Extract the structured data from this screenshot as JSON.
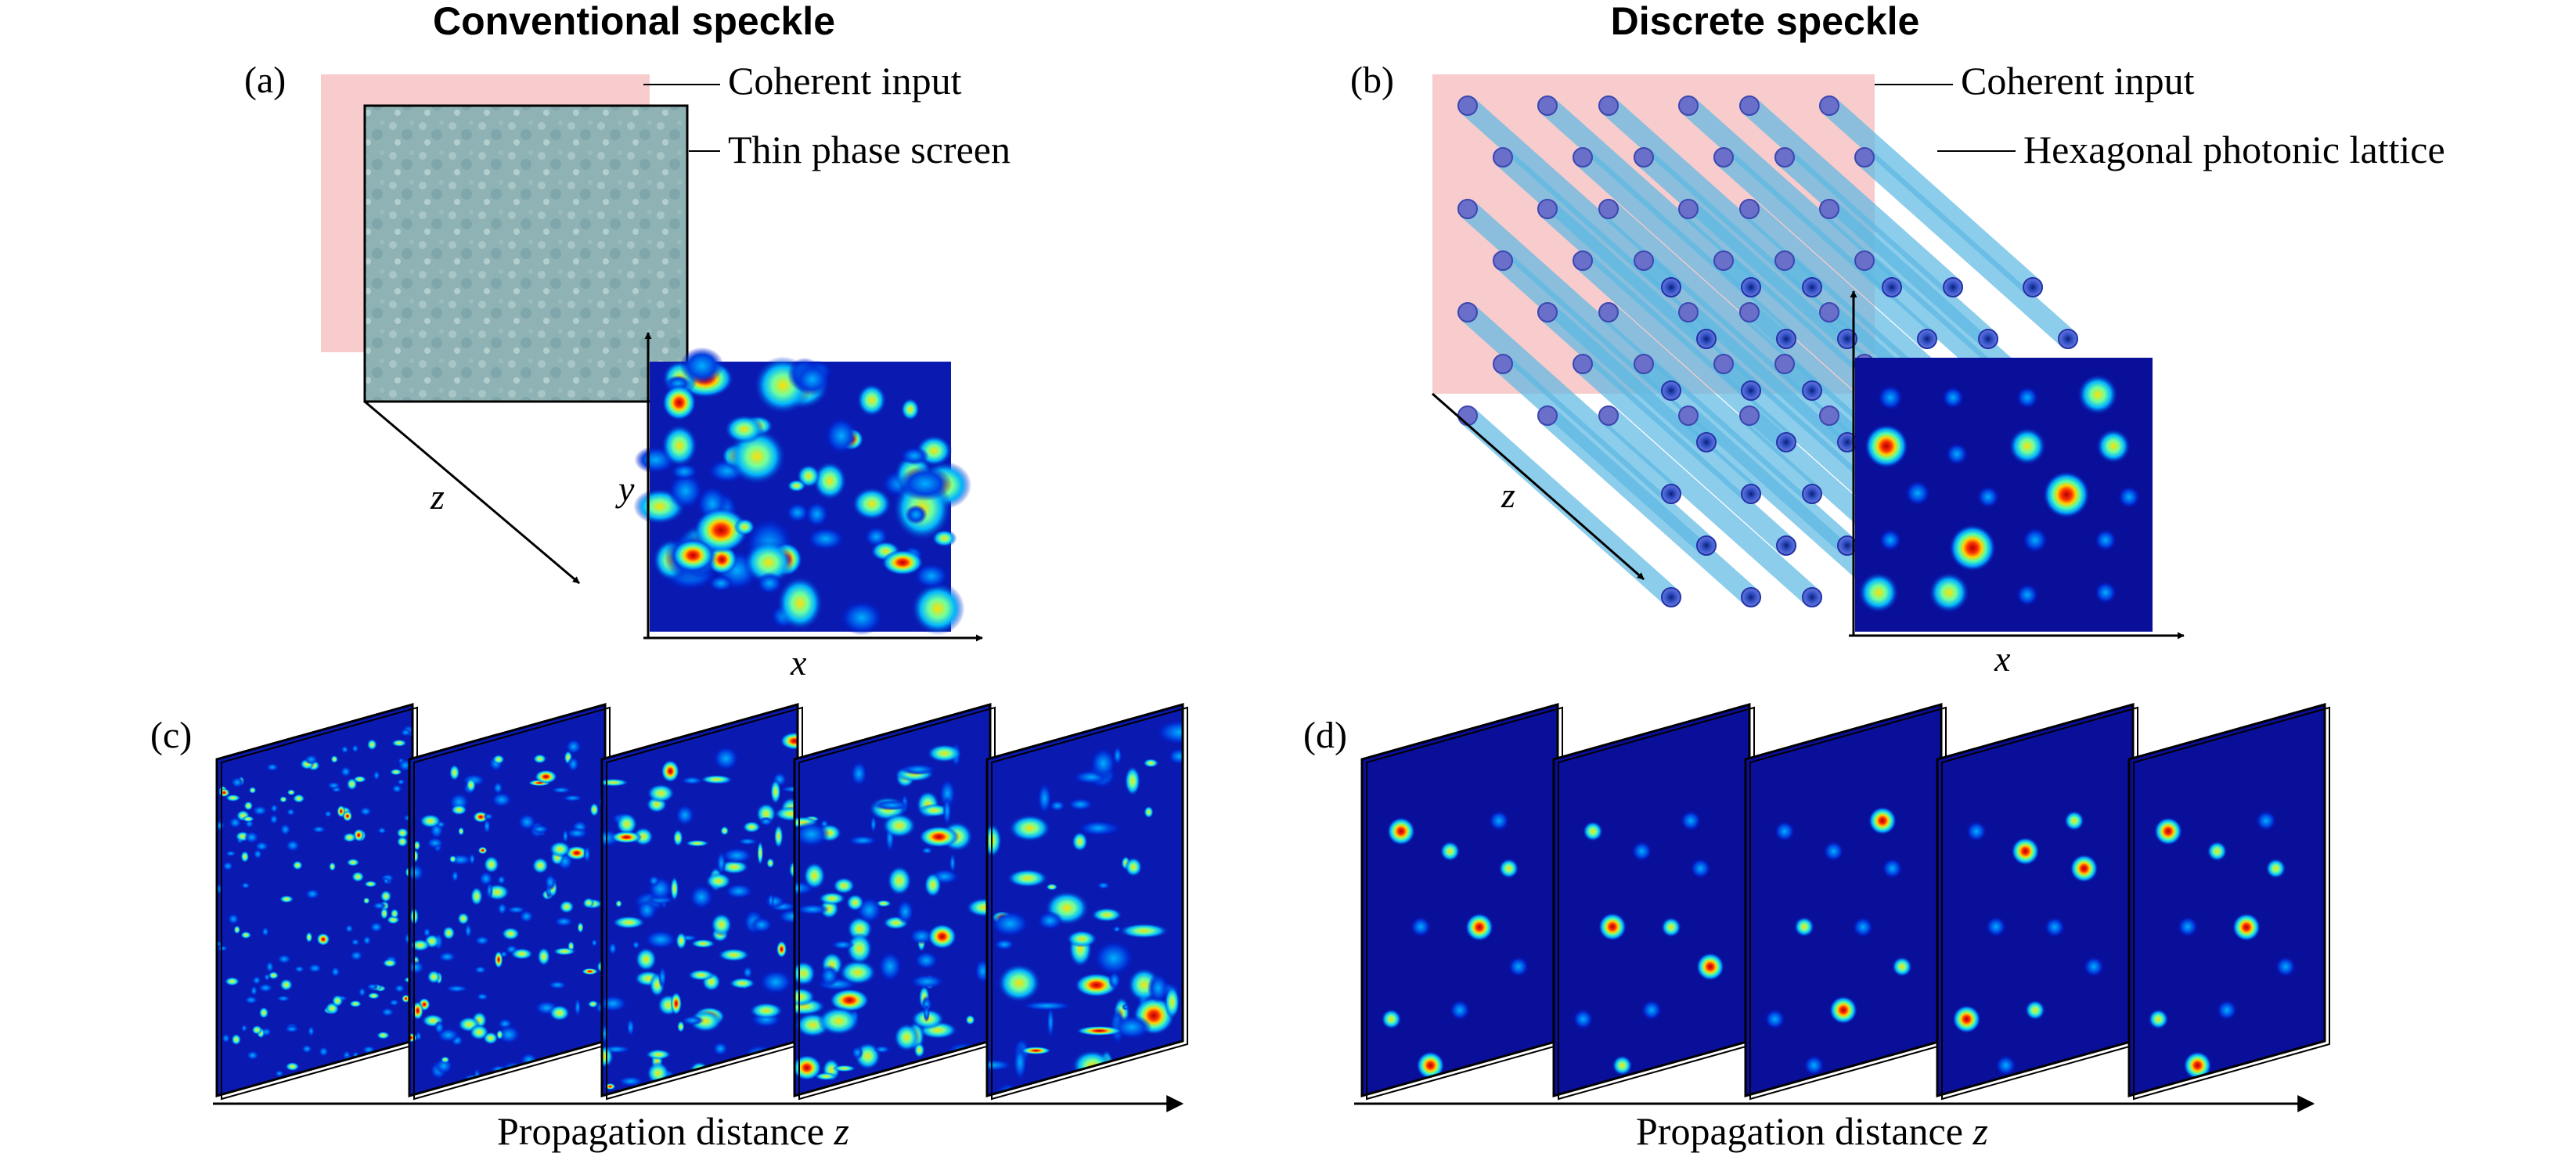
{
  "titles": {
    "left": "Conventional speckle",
    "right": "Discrete speckle"
  },
  "panel_labels": {
    "a": "(a)",
    "b": "(b)",
    "c": "(c)",
    "d": "(d)"
  },
  "panel_a": {
    "coherent_input": "Coherent input",
    "phase_screen": "Thin phase screen",
    "axis_z": "z",
    "axis_y": "y",
    "axis_x": "x"
  },
  "panel_b": {
    "coherent_input": "Coherent input",
    "lattice": "Hexagonal photonic lattice",
    "axis_z": "z",
    "axis_x": "x"
  },
  "panel_c": {
    "axis_label": "Propagation distance ",
    "axis_var": "z"
  },
  "panel_d": {
    "axis_label": "Propagation distance ",
    "axis_var": "z"
  },
  "colors": {
    "coherent_input": "#f8cccc",
    "phase_screen": "#8fb4b8",
    "lattice_waveguide": "#5bb8e2",
    "lattice_site": "#6a6fc9",
    "speckle_background": "#0a0f9a",
    "speckle_peak": "#d01010"
  }
}
